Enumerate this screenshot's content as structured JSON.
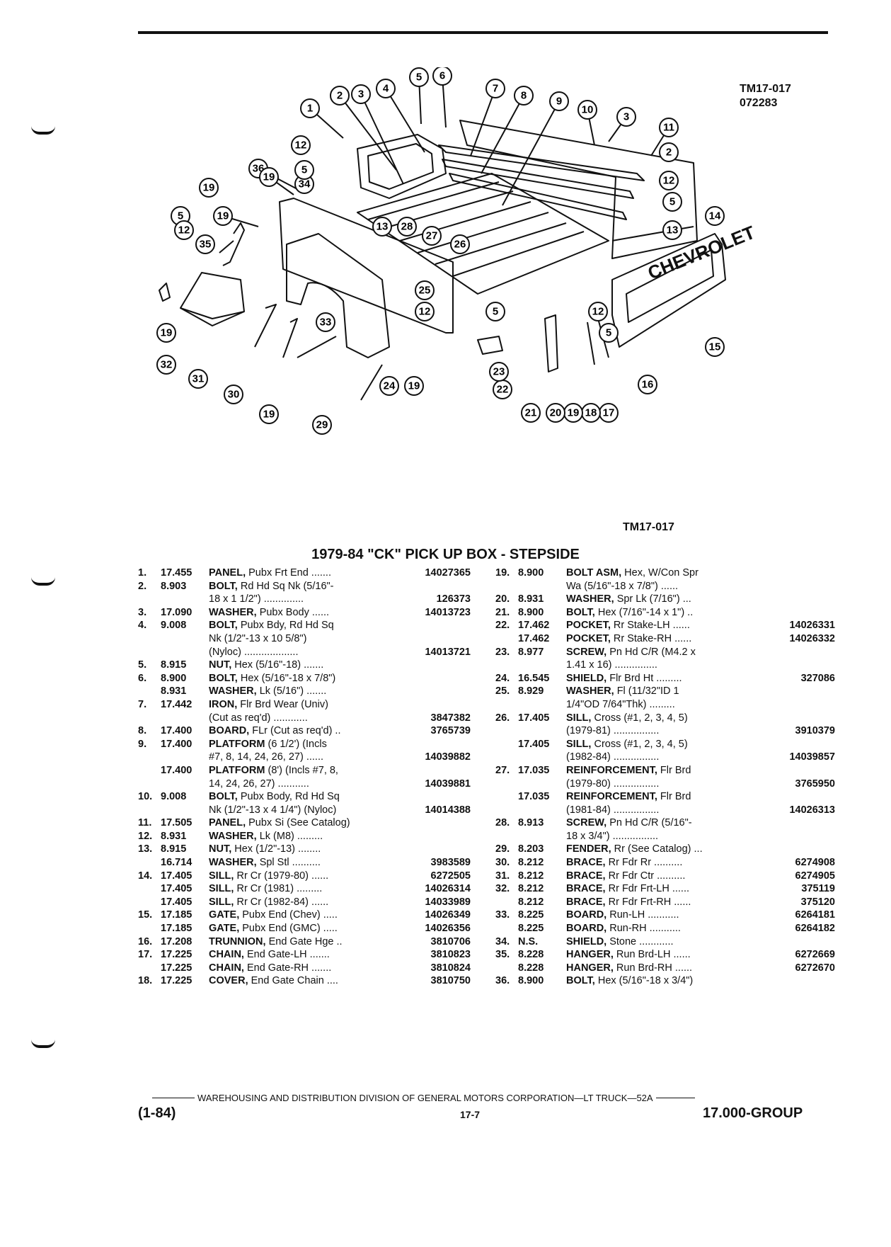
{
  "header": {
    "ref_top_line1": "TM17-017",
    "ref_top_line2": "072283",
    "ref_mid": "TM17-017",
    "title": "1979-84 \"CK\" PICK UP BOX - STEPSIDE"
  },
  "diagram": {
    "callouts": [
      "1",
      "2",
      "3",
      "4",
      "5",
      "6",
      "7",
      "8",
      "9",
      "10",
      "3",
      "11",
      "2",
      "12",
      "5",
      "14",
      "13",
      "15",
      "16",
      "17",
      "18",
      "19",
      "20",
      "21",
      "22",
      "23",
      "24",
      "19",
      "29",
      "19",
      "30",
      "31",
      "32",
      "19",
      "33",
      "34",
      "19",
      "5",
      "12",
      "35",
      "19",
      "36",
      "12",
      "5",
      "13",
      "28",
      "27",
      "26",
      "25",
      "12",
      "5",
      "12",
      "5",
      "19"
    ],
    "emblem": "CHEVROLET"
  },
  "left_rows": [
    {
      "num": "1.",
      "grp": "17.455",
      "name": "PANEL,",
      "rest": " Pubx Frt End .......",
      "pn": "14027365"
    },
    {
      "num": "2.",
      "grp": "8.903",
      "name": "BOLT,",
      "rest": " Rd Hd Sq Nk (5/16\"-",
      "pn": ""
    },
    {
      "num": "",
      "grp": "",
      "name": "",
      "rest": "18 x 1 1/2\") ..............",
      "pn": "126373"
    },
    {
      "num": "3.",
      "grp": "17.090",
      "name": "WASHER,",
      "rest": " Pubx Body ......",
      "pn": "14013723"
    },
    {
      "num": "4.",
      "grp": "9.008",
      "name": "BOLT,",
      "rest": " Pubx Bdy, Rd Hd Sq",
      "pn": ""
    },
    {
      "num": "",
      "grp": "",
      "name": "",
      "rest": "Nk (1/2\"-13 x 10 5/8\")",
      "pn": ""
    },
    {
      "num": "",
      "grp": "",
      "name": "",
      "rest": "(Nyloc) ...................",
      "pn": "14013721"
    },
    {
      "num": "5.",
      "grp": "8.915",
      "name": "NUT,",
      "rest": " Hex (5/16\"-18) .......",
      "pn": ""
    },
    {
      "num": "6.",
      "grp": "8.900",
      "name": "BOLT,",
      "rest": " Hex (5/16\"-18 x 7/8\")",
      "pn": ""
    },
    {
      "num": "",
      "grp": "8.931",
      "name": "WASHER,",
      "rest": " Lk (5/16\") .......",
      "pn": ""
    },
    {
      "num": "7.",
      "grp": "17.442",
      "name": "IRON,",
      "rest": " Flr Brd Wear (Univ)",
      "pn": ""
    },
    {
      "num": "",
      "grp": "",
      "name": "",
      "rest": "(Cut as req'd) ............",
      "pn": "3847382"
    },
    {
      "num": "8.",
      "grp": "17.400",
      "name": "BOARD,",
      "rest": " FLr (Cut as req'd) ..",
      "pn": "3765739"
    },
    {
      "num": "9.",
      "grp": "17.400",
      "name": "PLATFORM",
      "rest": " (6 1/2') (Incls",
      "pn": ""
    },
    {
      "num": "",
      "grp": "",
      "name": "",
      "rest": "#7, 8, 14, 24, 26, 27) ......",
      "pn": "14039882"
    },
    {
      "num": "",
      "grp": "17.400",
      "name": "PLATFORM",
      "rest": " (8') (Incls #7, 8,",
      "pn": ""
    },
    {
      "num": "",
      "grp": "",
      "name": "",
      "rest": "14, 24, 26, 27) ...........",
      "pn": "14039881"
    },
    {
      "num": "10.",
      "grp": "9.008",
      "name": "BOLT,",
      "rest": " Pubx Body, Rd Hd Sq",
      "pn": ""
    },
    {
      "num": "",
      "grp": "",
      "name": "",
      "rest": "Nk (1/2\"-13 x 4 1/4\") (Nyloc)",
      "pn": "14014388"
    },
    {
      "num": "11.",
      "grp": "17.505",
      "name": "PANEL,",
      "rest": " Pubx Si (See Catalog)",
      "pn": ""
    },
    {
      "num": "12.",
      "grp": "8.931",
      "name": "WASHER,",
      "rest": " Lk (M8) .........",
      "pn": ""
    },
    {
      "num": "13.",
      "grp": "8.915",
      "name": "NUT,",
      "rest": " Hex (1/2\"-13) ........",
      "pn": ""
    },
    {
      "num": "",
      "grp": "16.714",
      "name": "WASHER,",
      "rest": " Spl Stl ..........",
      "pn": "3983589"
    },
    {
      "num": "14.",
      "grp": "17.405",
      "name": "SILL,",
      "rest": " Rr Cr (1979-80) ......",
      "pn": "6272505"
    },
    {
      "num": "",
      "grp": "17.405",
      "name": "SILL,",
      "rest": " Rr Cr (1981) .........",
      "pn": "14026314"
    },
    {
      "num": "",
      "grp": "17.405",
      "name": "SILL,",
      "rest": " Rr Cr (1982-84) ......",
      "pn": "14033989"
    },
    {
      "num": "15.",
      "grp": "17.185",
      "name": "GATE,",
      "rest": " Pubx End (Chev) .....",
      "pn": "14026349"
    },
    {
      "num": "",
      "grp": "17.185",
      "name": "GATE,",
      "rest": " Pubx End (GMC) .....",
      "pn": "14026356"
    },
    {
      "num": "16.",
      "grp": "17.208",
      "name": "TRUNNION,",
      "rest": " End Gate Hge ..",
      "pn": "3810706"
    },
    {
      "num": "17.",
      "grp": "17.225",
      "name": "CHAIN,",
      "rest": " End Gate-LH .......",
      "pn": "3810823"
    },
    {
      "num": "",
      "grp": "17.225",
      "name": "CHAIN,",
      "rest": " End Gate-RH .......",
      "pn": "3810824"
    },
    {
      "num": "18.",
      "grp": "17.225",
      "name": "COVER,",
      "rest": " End Gate Chain ....",
      "pn": "3810750"
    }
  ],
  "right_rows": [
    {
      "num": "19.",
      "grp": "8.900",
      "name": "BOLT ASM,",
      "rest": " Hex, W/Con Spr",
      "pn": ""
    },
    {
      "num": "",
      "grp": "",
      "name": "",
      "rest": "Wa (5/16\"-18 x 7/8\") ......",
      "pn": ""
    },
    {
      "num": "20.",
      "grp": "8.931",
      "name": "WASHER,",
      "rest": " Spr Lk (7/16\") ...",
      "pn": ""
    },
    {
      "num": "21.",
      "grp": "8.900",
      "name": "BOLT,",
      "rest": " Hex (7/16\"-14 x 1\") ..",
      "pn": ""
    },
    {
      "num": "22.",
      "grp": "17.462",
      "name": "POCKET,",
      "rest": " Rr Stake-LH ......",
      "pn": "14026331"
    },
    {
      "num": "",
      "grp": "17.462",
      "name": "POCKET,",
      "rest": " Rr Stake-RH ......",
      "pn": "14026332"
    },
    {
      "num": "23.",
      "grp": "8.977",
      "name": "SCREW,",
      "rest": " Pn Hd C/R (M4.2 x",
      "pn": ""
    },
    {
      "num": "",
      "grp": "",
      "name": "",
      "rest": "1.41 x 16) ...............",
      "pn": ""
    },
    {
      "num": "24.",
      "grp": "16.545",
      "name": "SHIELD,",
      "rest": " Flr Brd Ht .........",
      "pn": "327086"
    },
    {
      "num": "25.",
      "grp": "8.929",
      "name": "WASHER,",
      "rest": " Fl (11/32\"ID 1",
      "pn": ""
    },
    {
      "num": "",
      "grp": "",
      "name": "",
      "rest": "1/4\"OD 7/64\"Thk) .........",
      "pn": ""
    },
    {
      "num": "26.",
      "grp": "17.405",
      "name": "SILL,",
      "rest": " Cross (#1, 2, 3, 4, 5)",
      "pn": ""
    },
    {
      "num": "",
      "grp": "",
      "name": "",
      "rest": "(1979-81) ................",
      "pn": "3910379"
    },
    {
      "num": "",
      "grp": "17.405",
      "name": "SILL,",
      "rest": " Cross (#1, 2, 3, 4, 5)",
      "pn": ""
    },
    {
      "num": "",
      "grp": "",
      "name": "",
      "rest": "(1982-84) ................",
      "pn": "14039857"
    },
    {
      "num": "27.",
      "grp": "17.035",
      "name": "REINFORCEMENT,",
      "rest": " Flr Brd",
      "pn": ""
    },
    {
      "num": "",
      "grp": "",
      "name": "",
      "rest": "(1979-80) ................",
      "pn": "3765950"
    },
    {
      "num": "",
      "grp": "17.035",
      "name": "REINFORCEMENT,",
      "rest": " Flr Brd",
      "pn": ""
    },
    {
      "num": "",
      "grp": "",
      "name": "",
      "rest": "(1981-84) ................",
      "pn": "14026313"
    },
    {
      "num": "28.",
      "grp": "8.913",
      "name": "SCREW,",
      "rest": " Pn Hd C/R (5/16\"-",
      "pn": ""
    },
    {
      "num": "",
      "grp": "",
      "name": "",
      "rest": "18 x 3/4\") ................",
      "pn": ""
    },
    {
      "num": "29.",
      "grp": "8.203",
      "name": "FENDER,",
      "rest": " Rr (See Catalog) ...",
      "pn": ""
    },
    {
      "num": "30.",
      "grp": "8.212",
      "name": "BRACE,",
      "rest": " Rr Fdr Rr ..........",
      "pn": "6274908"
    },
    {
      "num": "31.",
      "grp": "8.212",
      "name": "BRACE,",
      "rest": " Rr Fdr Ctr ..........",
      "pn": "6274905"
    },
    {
      "num": "32.",
      "grp": "8.212",
      "name": "BRACE,",
      "rest": " Rr Fdr Frt-LH ......",
      "pn": "375119"
    },
    {
      "num": "",
      "grp": "8.212",
      "name": "BRACE,",
      "rest": " Rr Fdr Frt-RH ......",
      "pn": "375120"
    },
    {
      "num": "33.",
      "grp": "8.225",
      "name": "BOARD,",
      "rest": " Run-LH ...........",
      "pn": "6264181"
    },
    {
      "num": "",
      "grp": "8.225",
      "name": "BOARD,",
      "rest": " Run-RH ...........",
      "pn": "6264182"
    },
    {
      "num": "34.",
      "grp": "N.S.",
      "name": "SHIELD,",
      "rest": " Stone ............",
      "pn": ""
    },
    {
      "num": "35.",
      "grp": "8.228",
      "name": "HANGER,",
      "rest": " Run Brd-LH ......",
      "pn": "6272669"
    },
    {
      "num": "",
      "grp": "8.228",
      "name": "HANGER,",
      "rest": " Run Brd-RH ......",
      "pn": "6272670"
    },
    {
      "num": "36.",
      "grp": "8.900",
      "name": "BOLT,",
      "rest": " Hex (5/16\"-18 x 3/4\")",
      "pn": ""
    }
  ],
  "footer": {
    "division": "WAREHOUSING AND DISTRIBUTION  DIVISION OF GENERAL MOTORS CORPORATION—LT TRUCK—52A",
    "date_code": "(1-84)",
    "page": "17-7",
    "group": "17.000-GROUP"
  }
}
